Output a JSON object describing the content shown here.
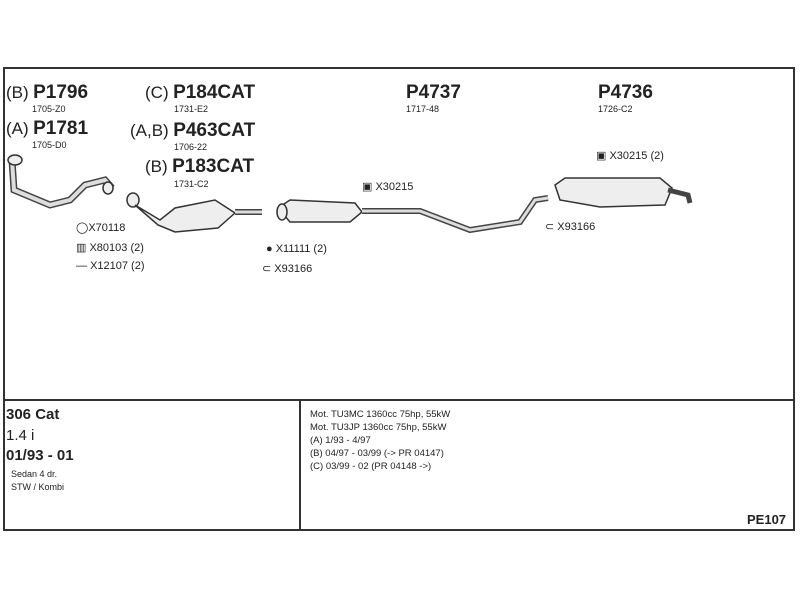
{
  "parts": [
    {
      "variant": "(B)",
      "number": "P1796",
      "code": "1705-Z0"
    },
    {
      "variant": "(A)",
      "number": "P1781",
      "code": "1705-D0"
    },
    {
      "variant": "(C)",
      "number": "P184CAT",
      "code": "1731-E2"
    },
    {
      "variant": "(A,B)",
      "number": "P463CAT",
      "code": "1706-22"
    },
    {
      "variant": "(B)",
      "number": "P183CAT",
      "code": "1731-C2"
    },
    {
      "variant": "",
      "number": "P4737",
      "code": "1717-48"
    },
    {
      "variant": "",
      "number": "P4736",
      "code": "1726-C2"
    }
  ],
  "accessories": [
    {
      "icon": "ring-gasket-icon",
      "label": "X70118"
    },
    {
      "icon": "spring-icon",
      "label": "X80103 (2)"
    },
    {
      "icon": "bolt-icon",
      "label": "X12107 (2)"
    },
    {
      "icon": "small-ring-icon",
      "label": "X11111 (2)"
    },
    {
      "icon": "clamp-icon",
      "label": "X93166"
    },
    {
      "icon": "rubber-mount-icon",
      "label": "X30215"
    },
    {
      "icon": "clamp-icon",
      "label": "X93166"
    },
    {
      "icon": "rubber-mount-icon",
      "label": "X30215 (2)"
    }
  ],
  "vehicle": {
    "model": "306 Cat",
    "engine": "1.4 i",
    "years": "01/93 - 01",
    "body1": "Sedan 4 dr.",
    "body2": "STW / Kombi"
  },
  "notes": [
    "Mot. TU3MC 1360cc 75hp, 55kW",
    "Mot. TU3JP 1360cc 75hp, 55kW",
    "(A) 1/93 - 4/97",
    "(B) 04/97 - 03/99 (-> PR 04147)",
    "(C) 03/99 - 02 (PR 04148 ->)"
  ],
  "diagram_id": "PE107"
}
